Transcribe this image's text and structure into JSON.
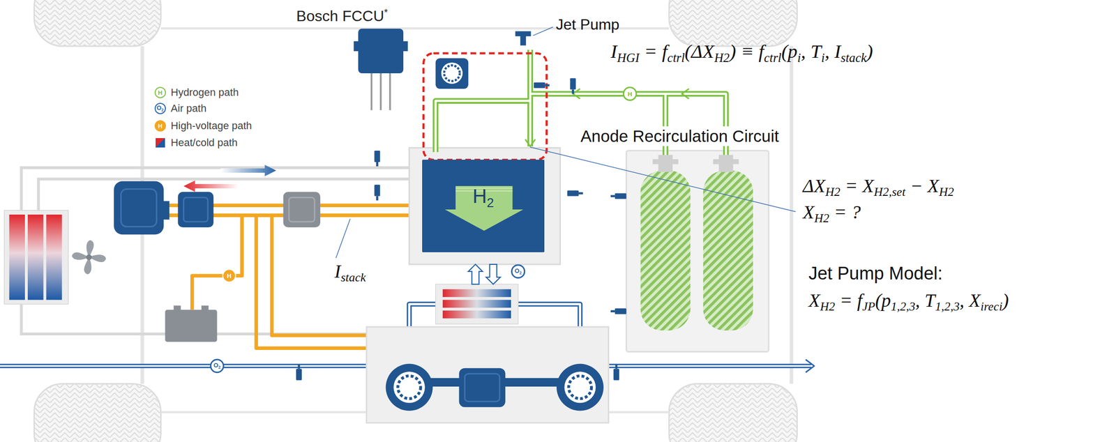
{
  "diagram": {
    "nodes": [
      {
        "text": [
          "Bosch FCCU*"
        ]
      },
      {
        "text": [
          "H2"
        ]
      }
    ],
    "labels": [
      "Jet Pump",
      "IHGI = fctrl(ΔXH2) ≡ fctrl(pi, Ti, Istack)",
      "H",
      "O2",
      "H",
      "H",
      "Anode Recirculation Circuit",
      "ΔXH2 = XH2,set − XH2",
      "XH2 = ?",
      "Istack",
      "Jet Pump Model:",
      "XH2 = fJP(p1,2,3, T1,2,3, Xireci)",
      "O2",
      "H",
      "O2"
    ],
    "legend": [
      {
        "text": "Hydrogen path",
        "color": "#7dc242"
      },
      {
        "text": "Air path",
        "color": "#2a64a8"
      },
      {
        "text": "High-voltage path",
        "color": "#f3a620"
      },
      {
        "text": "Heat/cold path"
      }
    ]
  }
}
